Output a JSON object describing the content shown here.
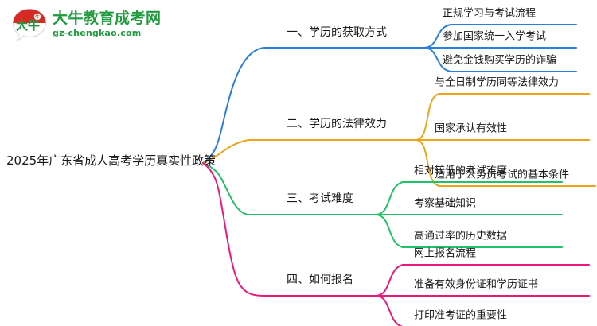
{
  "logo": {
    "mark_name": "daniu-bull-speech-bubble-logo",
    "mark_text": "大牛",
    "title": "大牛教育成考网",
    "subtitle": "gz-chengkao.com",
    "color": "#1f9b3e",
    "mark_top_color": "#d62b24"
  },
  "mindmap": {
    "root": {
      "label": "2025年广东省成人高考学历真实性政策"
    },
    "branches": [
      {
        "label": "一、学历的获取方式",
        "color": "#2a7fde",
        "children": [
          "正规学习与考试流程",
          "参加国家统一入学考试",
          "避免金钱购买学历的诈骗"
        ]
      },
      {
        "label": "二、学历的法律效力",
        "color": "#eba41a",
        "children": [
          "与全日制学历同等法律效力",
          "国家承认有效性",
          "适用于公务员考试的基本条件"
        ]
      },
      {
        "label": "三、考试难度",
        "color": "#1fc268",
        "children": [
          "相对较低的考试难度",
          "考察基础知识",
          "高通过率的历史数据"
        ]
      },
      {
        "label": "四、如何报名",
        "color": "#e8197d",
        "children": [
          "网上报名流程",
          "准备有效身份证和学历证书",
          "打印准考证的重要性"
        ]
      }
    ]
  }
}
